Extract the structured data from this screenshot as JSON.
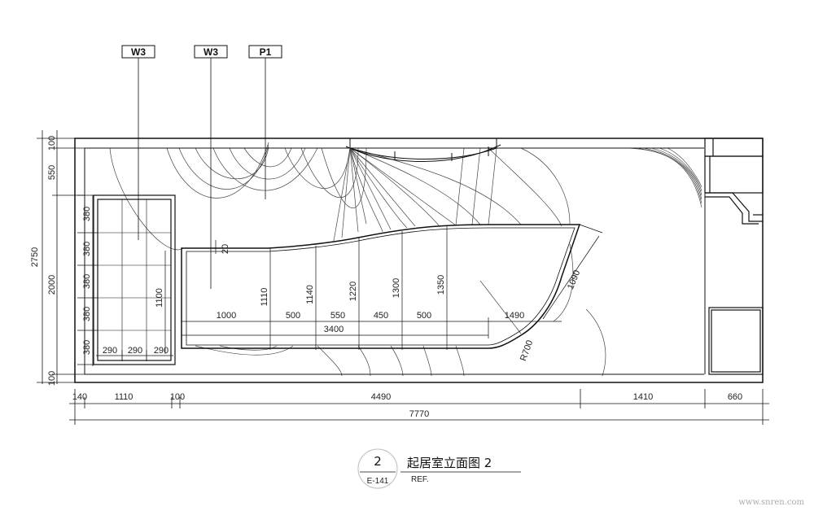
{
  "tags": [
    "W3",
    "W3",
    "P1"
  ],
  "dims": {
    "left_outer": "2750",
    "left_inner": [
      "100",
      "550",
      "2000",
      "100"
    ],
    "left_cell": "380",
    "cells_bottom": [
      "290",
      "290",
      "290"
    ],
    "cell_height": "1100",
    "counter_offset": "20",
    "counter_widths": [
      "1000",
      "500",
      "550",
      "450",
      "500",
      "1490"
    ],
    "counter_total": "3400",
    "counter_heights": [
      "1110",
      "1140",
      "1220",
      "1300",
      "1350"
    ],
    "slant": "1090",
    "radius": "R700",
    "bottom_segments": [
      "140",
      "1110",
      "100",
      "4490",
      "1410",
      "660"
    ],
    "bottom_total": "7770"
  },
  "title": {
    "number": "2",
    "sheet": "E-141",
    "name": "起居室立面图 2",
    "ref": "REF."
  },
  "watermark": "www.snren.com"
}
